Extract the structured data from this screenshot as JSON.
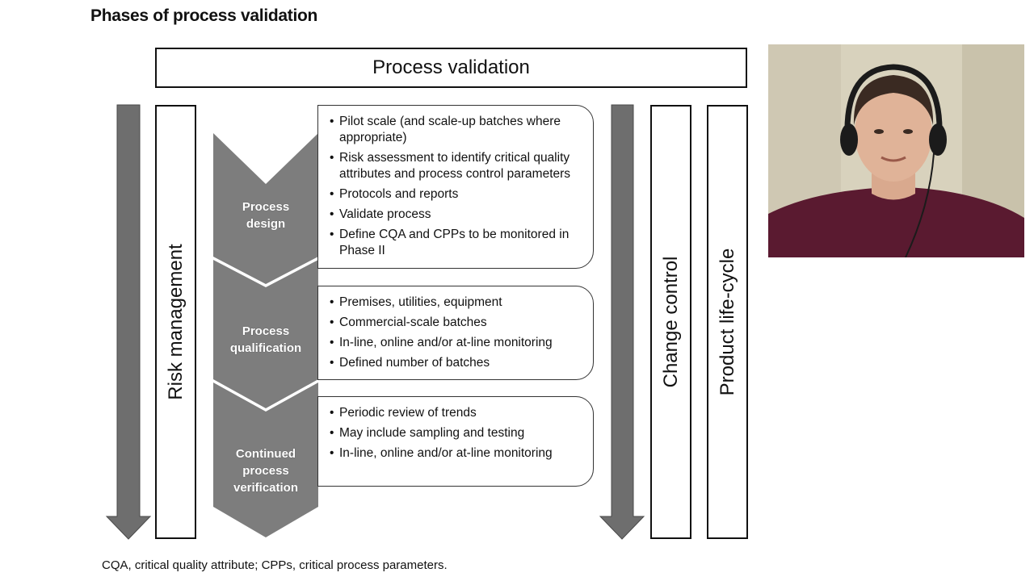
{
  "slide": {
    "title": "Phases of process validation",
    "header": "Process validation",
    "left_label": "Risk management",
    "right_labels": [
      "Change control",
      "Product life-cycle"
    ],
    "footnote": "CQA, critical quality attribute; CPPs, critical process parameters."
  },
  "phases": [
    {
      "name_lines": [
        "Process",
        "design"
      ],
      "bullets": [
        "Pilot scale (and scale-up batches where appropriate)",
        "Risk assessment to identify critical quality attributes and process control parameters",
        "Protocols and reports",
        "Validate process",
        "Define CQA and CPPs to be monitored in Phase II"
      ]
    },
    {
      "name_lines": [
        "Process",
        "qualification"
      ],
      "bullets": [
        "Premises, utilities, equipment",
        "Commercial-scale batches",
        "In-line, online and/or at-line monitoring",
        "Defined number of batches"
      ]
    },
    {
      "name_lines": [
        "Continued",
        "process",
        "verification"
      ],
      "bullets": [
        "Periodic review of trends",
        "May include sampling and testing",
        "In-line, online and/or at-line monitoring"
      ]
    }
  ],
  "colors": {
    "arrow_fill": "#6e6e6e",
    "chevron_fill": "#7d7d7d",
    "webcam_shirt": "#5a1a30"
  },
  "webcam": {
    "icon": "presenter-video-feed"
  }
}
